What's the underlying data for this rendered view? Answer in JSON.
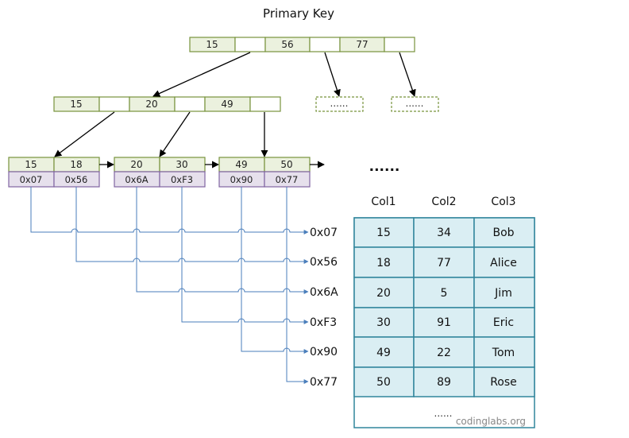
{
  "title": "Primary Key",
  "colors": {
    "key_fill": "#ebf1de",
    "key_border": "#77933c",
    "addr_fill": "#e6e0ec",
    "addr_border": "#8064a2",
    "leaf_border": "#77933c",
    "table_fill": "#daeef3",
    "table_border": "#31859c",
    "link_line": "#4a7ebb",
    "arrow": "#000000"
  },
  "root_keys": [
    "15",
    "56",
    "77"
  ],
  "level2_keys": [
    "15",
    "20",
    "49"
  ],
  "placeholder_text": "......",
  "leaves": [
    {
      "keys": [
        "15",
        "18"
      ],
      "addrs": [
        "0x07",
        "0x56"
      ]
    },
    {
      "keys": [
        "20",
        "30"
      ],
      "addrs": [
        "0x6A",
        "0xF3"
      ]
    },
    {
      "keys": [
        "49",
        "50"
      ],
      "addrs": [
        "0x90",
        "0x77"
      ]
    }
  ],
  "more_leaves": "......",
  "pointer_labels": [
    "0x07",
    "0x56",
    "0x6A",
    "0xF3",
    "0x90",
    "0x77"
  ],
  "table": {
    "headers": [
      "Col1",
      "Col2",
      "Col3"
    ],
    "rows": [
      [
        "15",
        "34",
        "Bob"
      ],
      [
        "18",
        "77",
        "Alice"
      ],
      [
        "20",
        "5",
        "Jim"
      ],
      [
        "30",
        "91",
        "Eric"
      ],
      [
        "49",
        "22",
        "Tom"
      ],
      [
        "50",
        "89",
        "Rose"
      ]
    ],
    "footer": "......"
  },
  "watermark": "codinglabs.org"
}
